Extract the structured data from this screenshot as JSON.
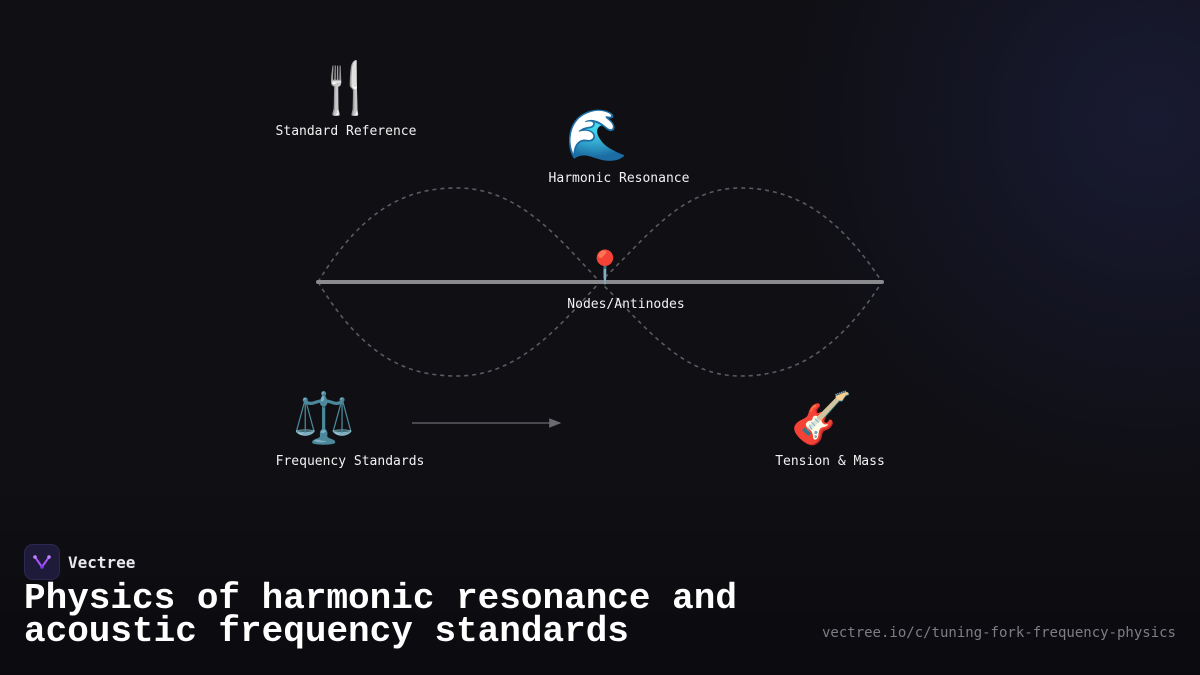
{
  "diagram": {
    "nodes": [
      {
        "id": "standard-reference",
        "label": "Standard Reference",
        "icon": "fork-and-knife-icon",
        "glyph": "🍴"
      },
      {
        "id": "harmonic-resonance",
        "label": "Harmonic Resonance",
        "icon": "water-wave-icon",
        "glyph": "🌊"
      },
      {
        "id": "nodes-antinodes",
        "label": "Nodes/Antinodes",
        "icon": "round-pushpin-icon",
        "glyph": "📍"
      },
      {
        "id": "frequency-standards",
        "label": "Frequency Standards",
        "icon": "balance-scale-icon",
        "glyph": "⚖️"
      },
      {
        "id": "tension-mass",
        "label": "Tension & Mass",
        "icon": "guitar-icon",
        "glyph": "🎸"
      }
    ],
    "colors": {
      "string": "#8a8a8f",
      "wave": "#5a5a62",
      "arrow": "#6a6a70"
    }
  },
  "brand": {
    "name": "Vectree",
    "logo_color": "#a855f7"
  },
  "title": "Physics of harmonic resonance and acoustic frequency standards",
  "url": "vectree.io/c/tuning-fork-frequency-physics"
}
